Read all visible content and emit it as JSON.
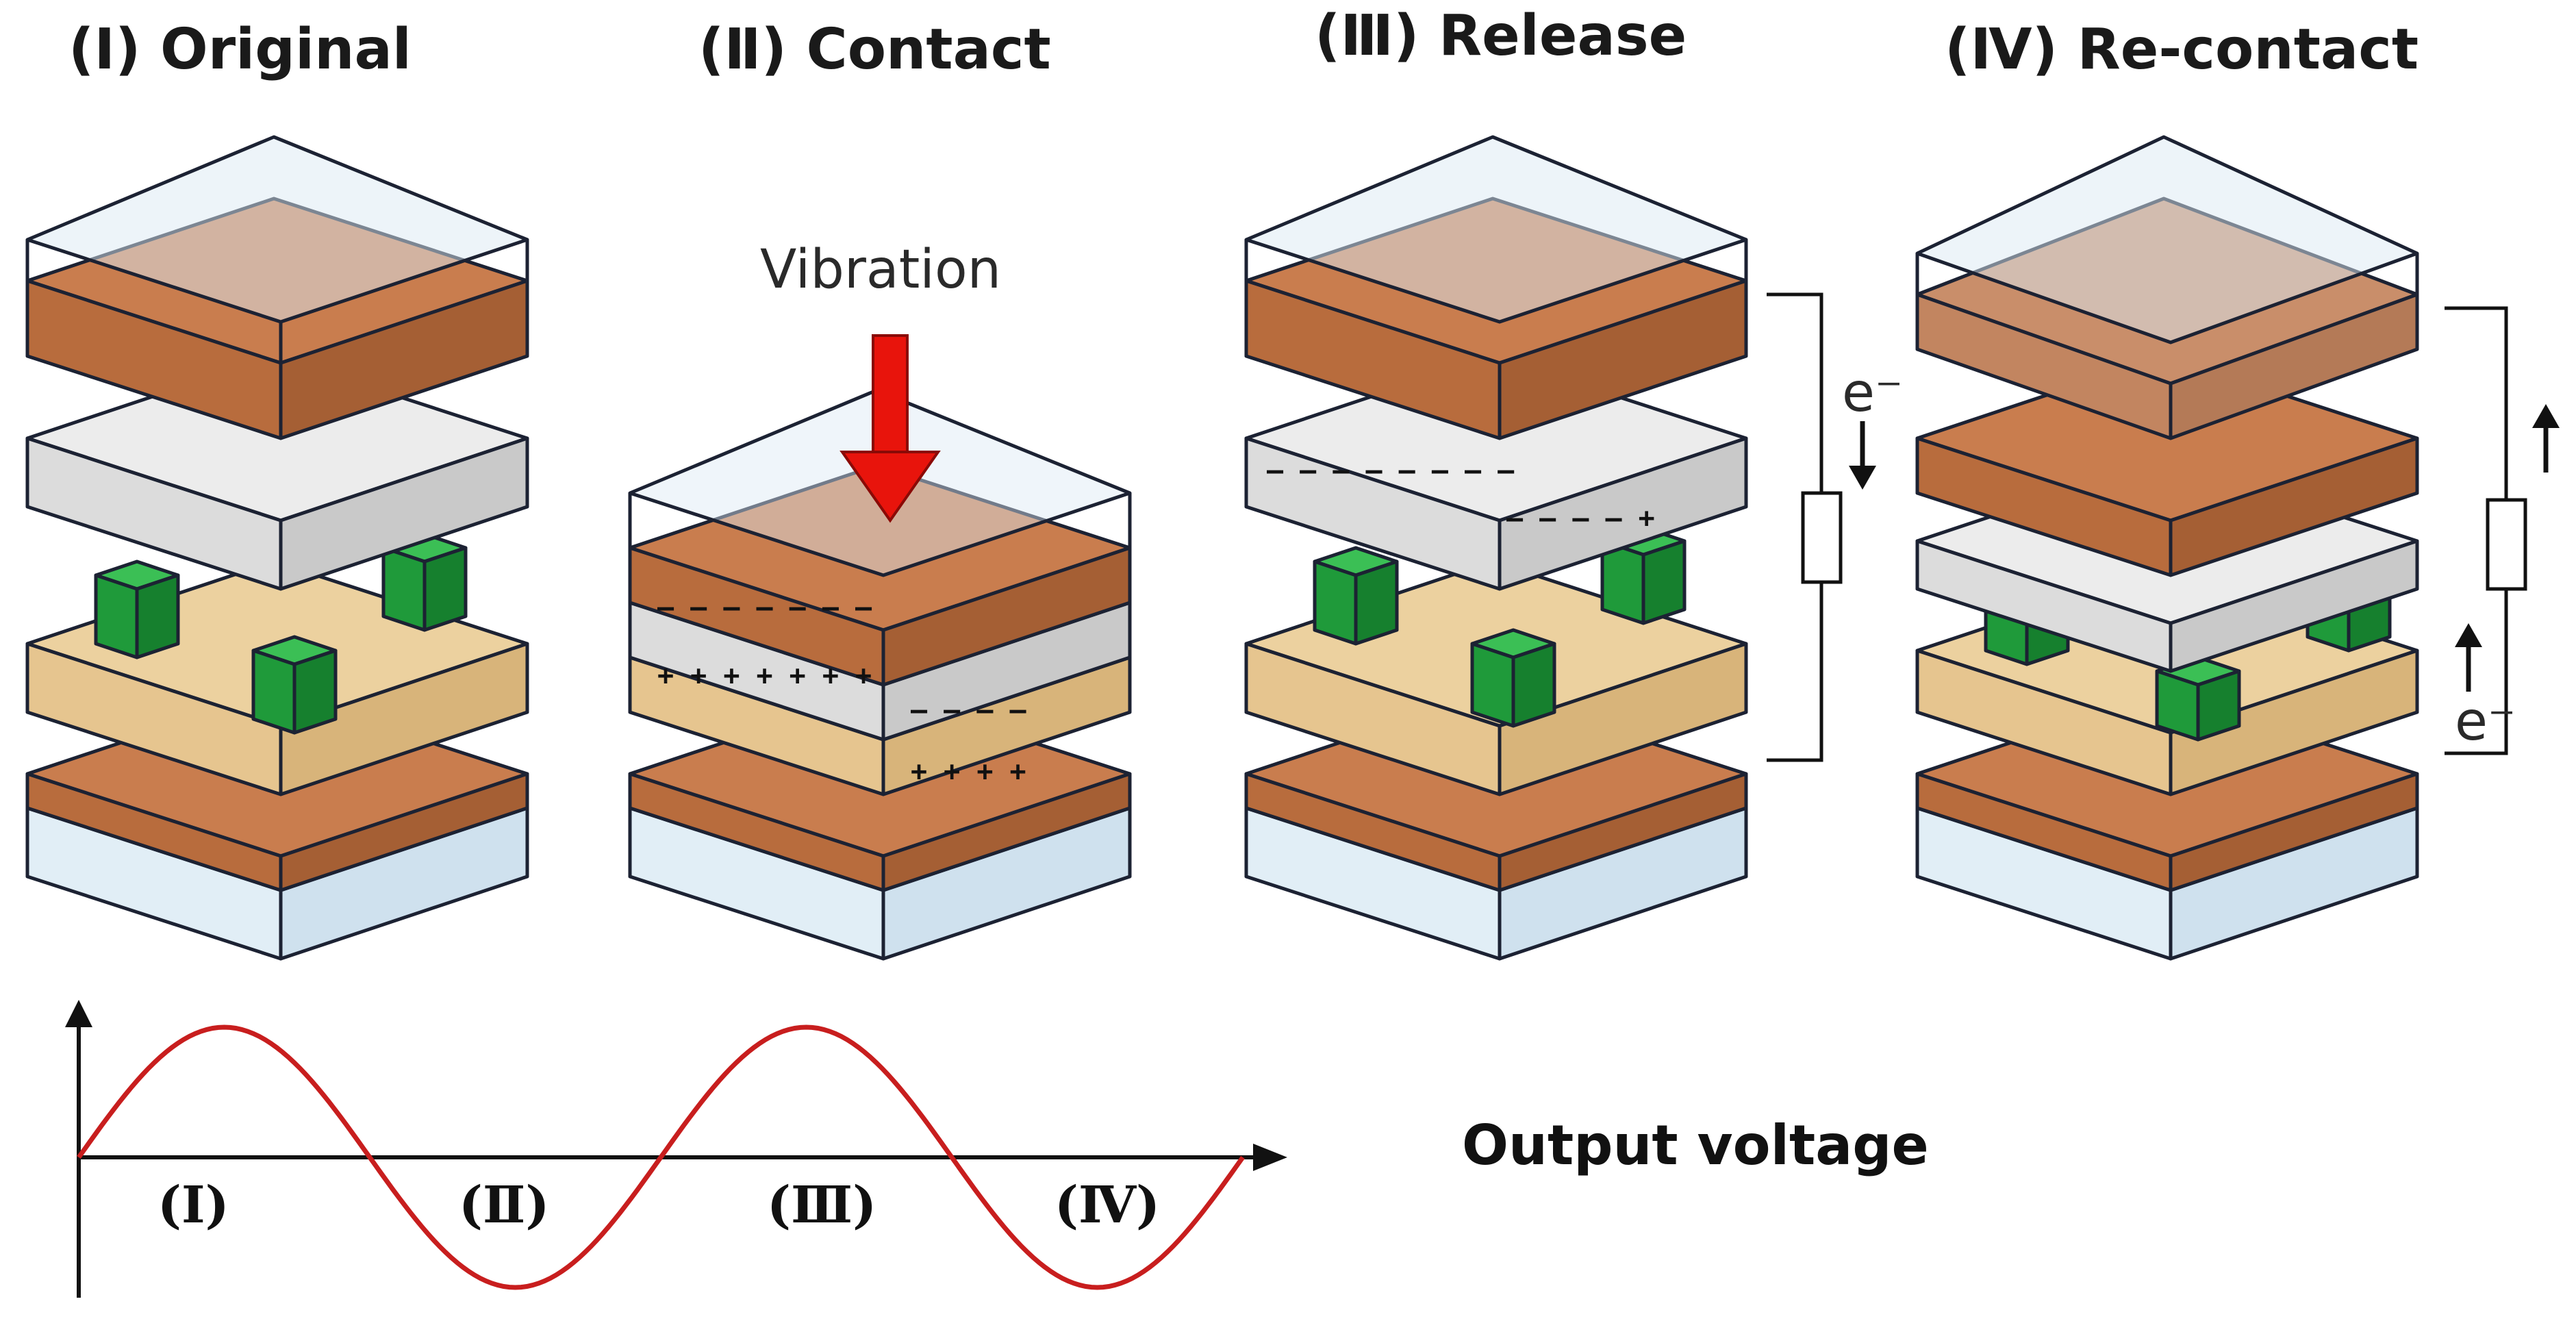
{
  "stages": [
    {
      "title": "(Ⅰ) Original"
    },
    {
      "title": "(Ⅱ) Contact"
    },
    {
      "title": "(Ⅲ) Release"
    },
    {
      "title": "(Ⅳ) Re-contact"
    }
  ],
  "vibration_label": "Vibration",
  "electron_label": "e⁻",
  "output_label": "Output voltage",
  "phase_labels": [
    "(Ⅰ)",
    "(Ⅱ)",
    "(Ⅲ)",
    "(Ⅳ)"
  ],
  "colors": {
    "copper": "#c97d4e",
    "copper_side": "#b86c3d",
    "glass": "#dbe9f3",
    "gray_film": "#dcdcdc",
    "tan": "#e6c58f",
    "green": "#1f9a3a",
    "arrow_red": "#e8140c",
    "wave_red": "#c81e1e"
  }
}
